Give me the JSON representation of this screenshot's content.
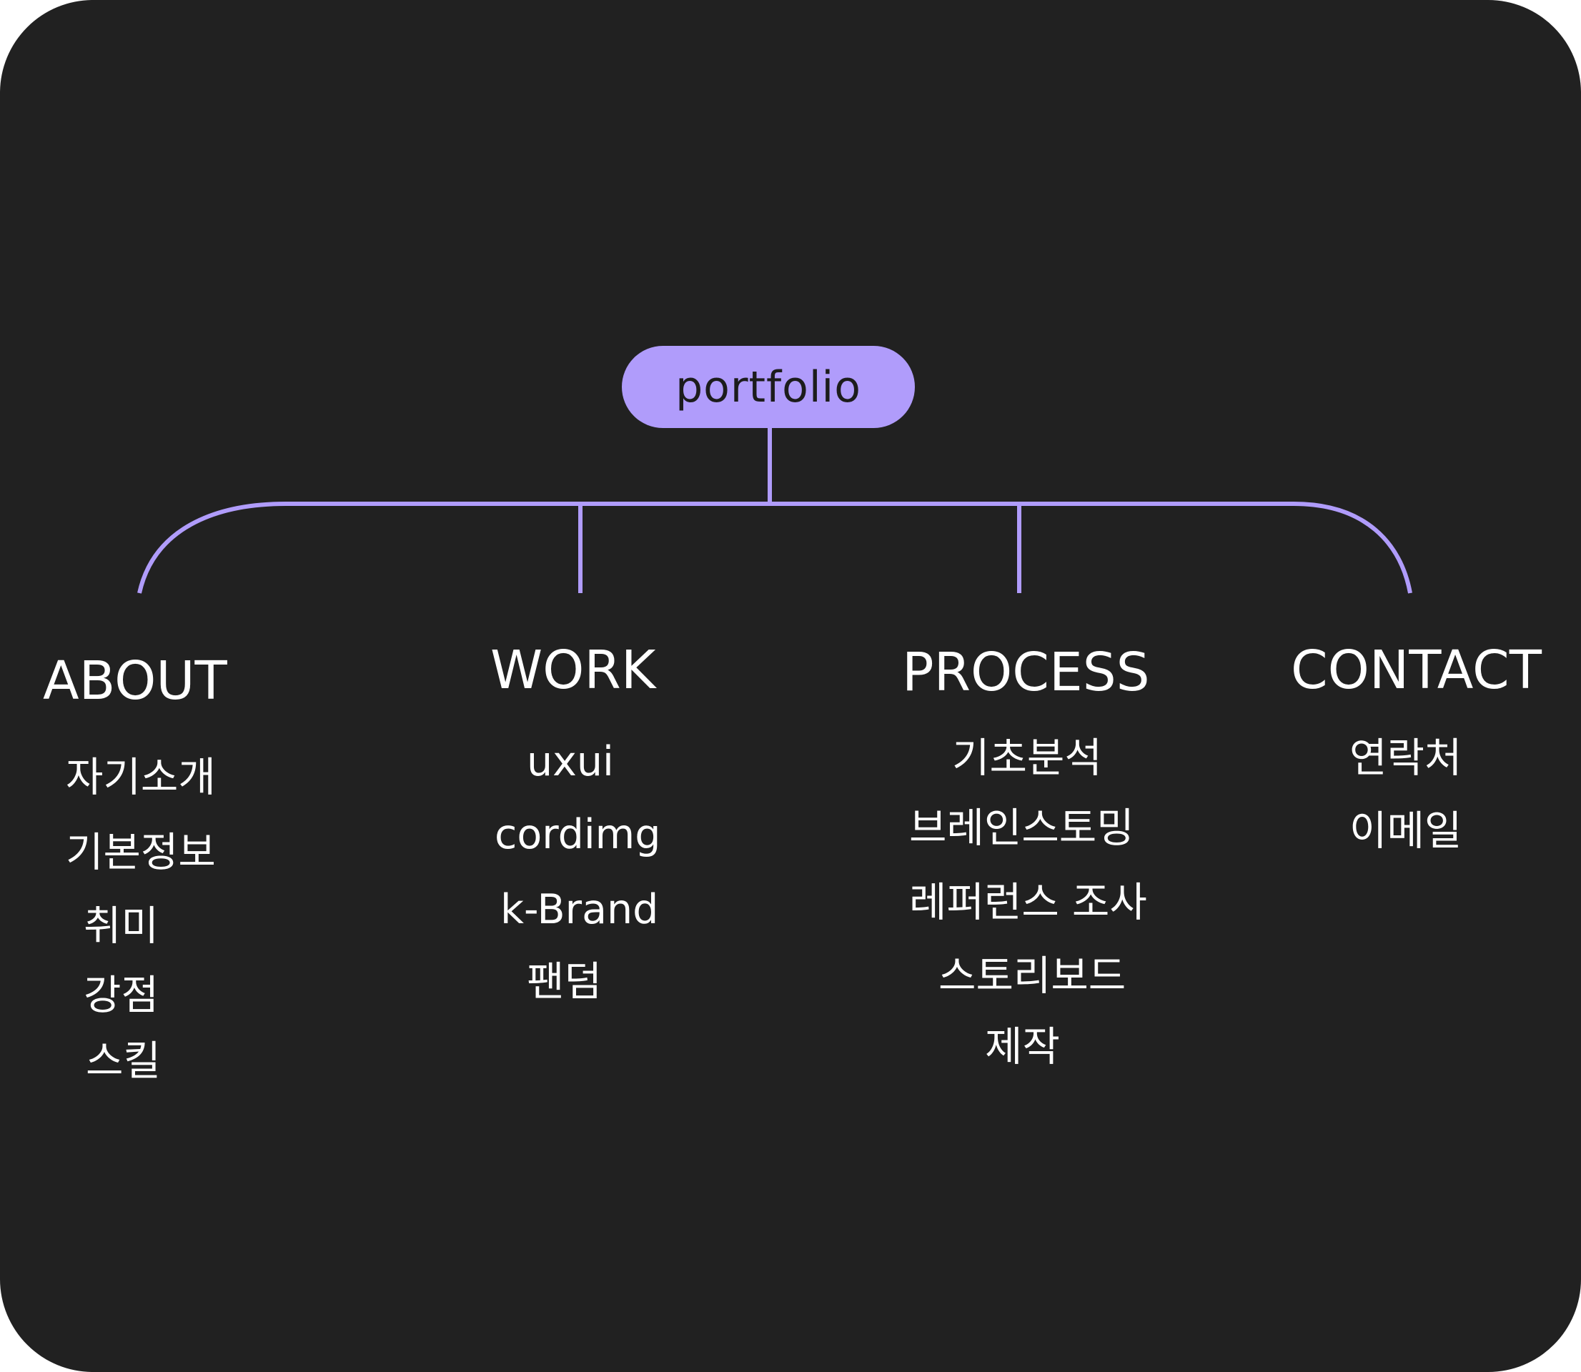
{
  "colors": {
    "background": "#212121",
    "accent": "#b09cfb",
    "text": "#ffffff",
    "root_text": "#1c1c1c"
  },
  "root": {
    "label": "portfolio"
  },
  "sections": [
    {
      "heading": "ABOUT",
      "items": [
        "자기소개",
        "기본정보",
        "취미",
        "강점",
        "스킬"
      ]
    },
    {
      "heading": "WORK",
      "items": [
        "uxui",
        "cordimg",
        "k-Brand",
        "팬덤"
      ]
    },
    {
      "heading": "PROCESS",
      "items": [
        "기초분석",
        "브레인스토밍",
        "레퍼런스 조사",
        "스토리보드",
        "제작"
      ]
    },
    {
      "heading": "CONTACT",
      "items": [
        "연락처",
        "이메일"
      ]
    }
  ]
}
